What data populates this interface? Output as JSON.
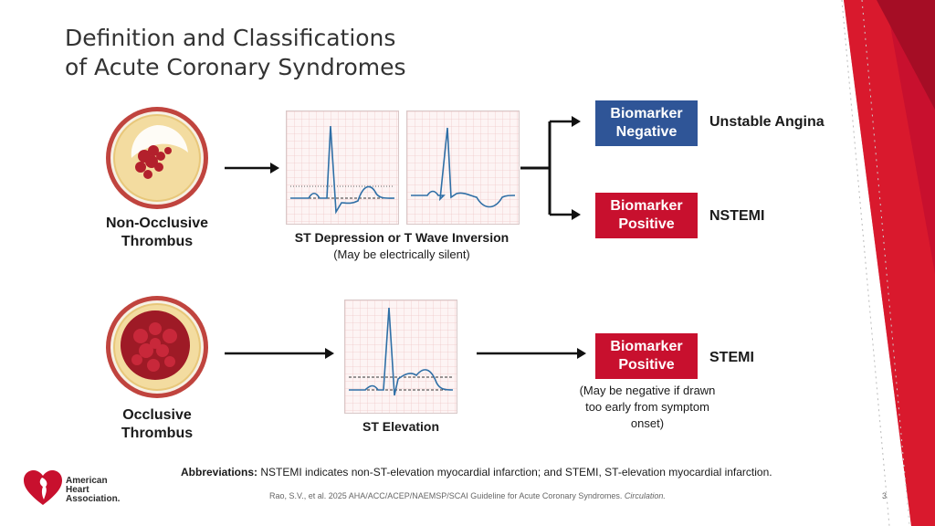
{
  "slide": {
    "title_line1": "Definition and Classifications",
    "title_line2": "of Acute Coronary Syndromes",
    "page_number": "3"
  },
  "top_row": {
    "thrombus_label_line1": "Non-Occlusive",
    "thrombus_label_line2": "Thrombus",
    "ecg_label": "ST Depression or T Wave Inversion",
    "ecg_sublabel": "(May be electrically silent)",
    "branch_negative": {
      "box_line1": "Biomarker",
      "box_line2": "Negative",
      "outcome": "Unstable Angina"
    },
    "branch_positive": {
      "box_line1": "Biomarker",
      "box_line2": "Positive",
      "outcome": "NSTEMI"
    }
  },
  "bottom_row": {
    "thrombus_label_line1": "Occlusive",
    "thrombus_label_line2": "Thrombus",
    "ecg_label": "ST Elevation",
    "box_line1": "Biomarker",
    "box_line2": "Positive",
    "outcome": "STEMI",
    "note_line1": "(May be negative if drawn",
    "note_line2": "too early from symptom",
    "note_line3": "onset)"
  },
  "footer": {
    "abbreviations_label": "Abbreviations:",
    "abbreviations_text": " NSTEMI indicates non-ST-elevation myocardial infarction; and STEMI, ST-elevation myocardial infarction.",
    "citation_text": "Rao, S.V., et al. 2025 AHA/ACC/ACEP/NAEMSP/SCAI Guideline for Acute Coronary Syndromes. ",
    "citation_journal": "Circulation.",
    "logo_line1": "American",
    "logo_line2": "Heart",
    "logo_line3": "Association."
  },
  "colors": {
    "accent_red": "#c8102e",
    "accent_blue": "#2f5597",
    "vessel_outer": "#c0443e",
    "vessel_plaque": "#f3dca0",
    "ecg_trace": "#2f6fa6"
  },
  "icons": {
    "logo": "heart-torch-icon"
  }
}
